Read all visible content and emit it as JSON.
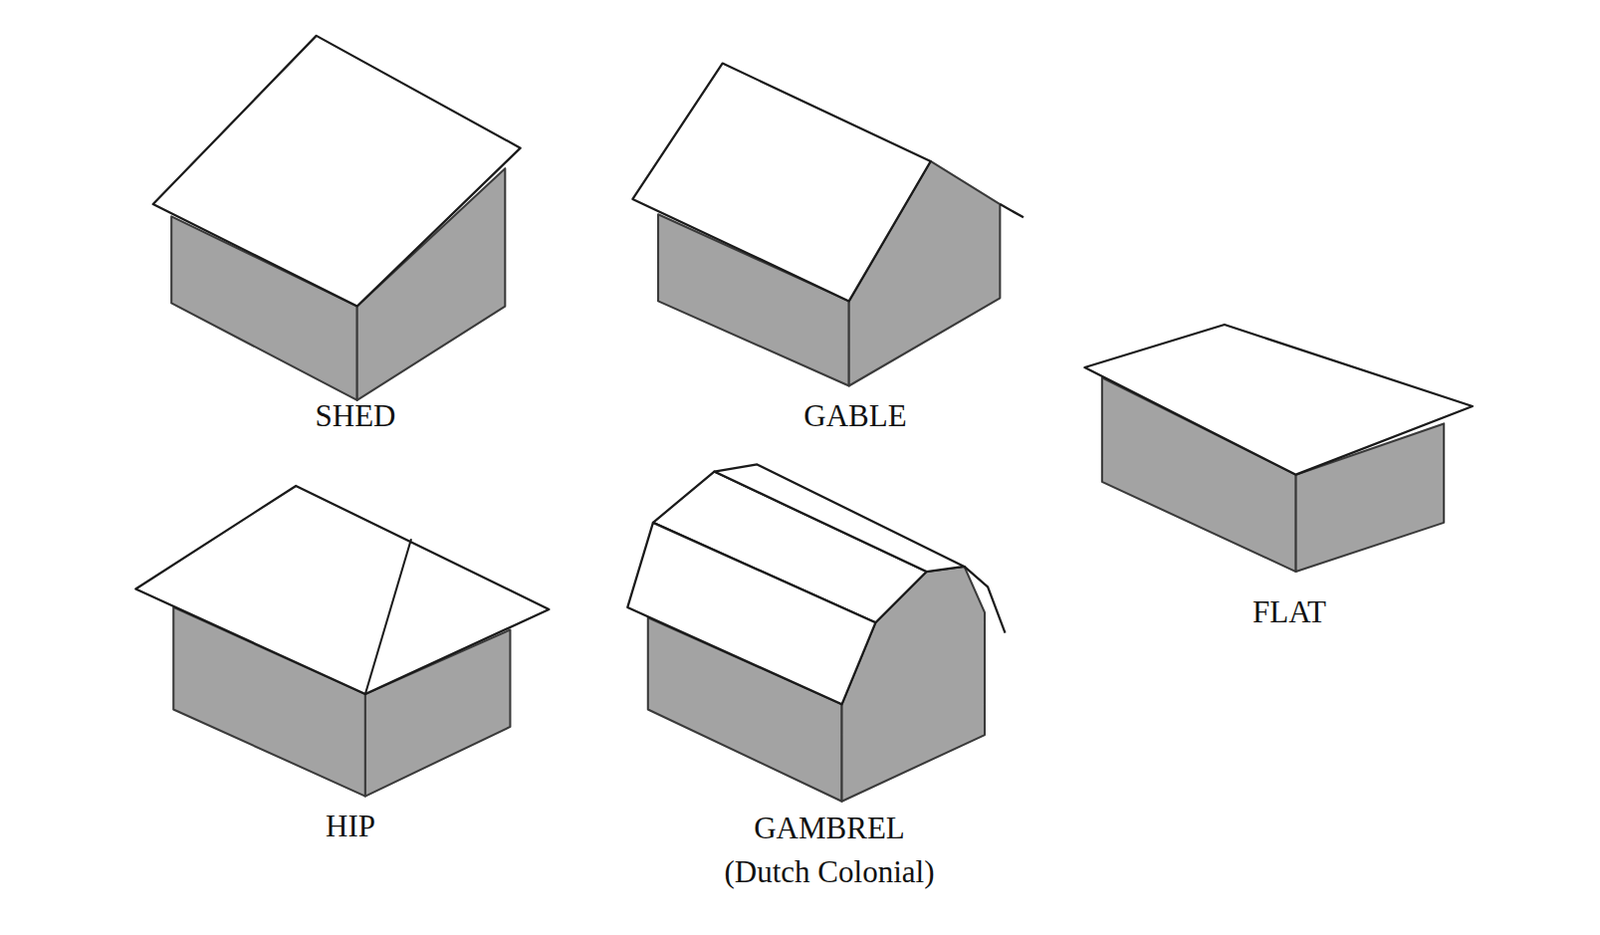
{
  "diagram": {
    "labels": [
      "SHED",
      "GABLE",
      "FLAT",
      "HIP",
      "GAMBREL",
      "(Dutch Colonial)"
    ]
  }
}
